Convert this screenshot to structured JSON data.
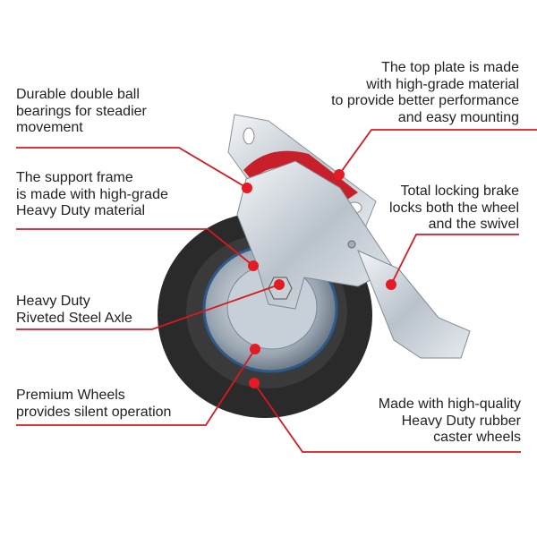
{
  "accent_color": "#d71920",
  "callouts": {
    "bearings": [
      "Durable double ball",
      "bearings for steadier",
      "movement"
    ],
    "top_plate": [
      "The top plate is made",
      "with high-grade material",
      "to provide better performance",
      "and easy mounting"
    ],
    "support_frame": [
      "The support frame",
      "is made with high-grade",
      "Heavy Duty material"
    ],
    "brake": [
      "Total locking brake",
      "locks both the wheel",
      "and the swivel"
    ],
    "axle": [
      "Heavy Duty",
      "Riveted Steel Axle"
    ],
    "wheels": [
      "Premium Wheels",
      "provides silent operation"
    ],
    "rubber": [
      "Made with high-quality",
      "Heavy Duty rubber",
      "caster wheels"
    ]
  }
}
